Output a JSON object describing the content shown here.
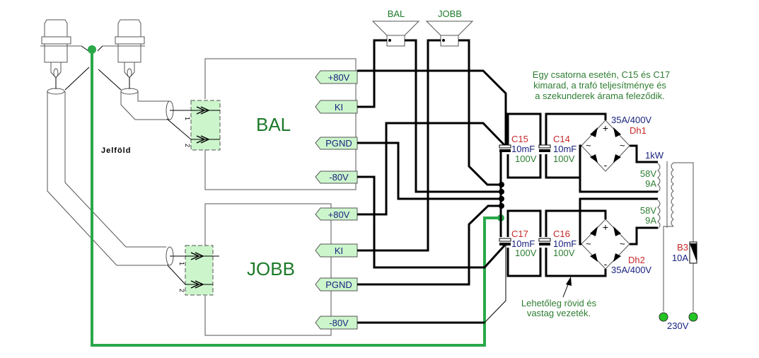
{
  "diagram": {
    "type": "schematic",
    "colors": {
      "ground_wire": "#2aa84a",
      "module_fill": "#ccf5cc",
      "block_title": "#1d7a2a",
      "component_ref": "#c62828",
      "component_value": "#1a237e",
      "voltage_rating": "#2e7d32"
    },
    "ground_label": "Jelföld",
    "modules": [
      {
        "title": "BAL",
        "pins": [
          "+80V",
          "KI",
          "PGND",
          "-80V"
        ],
        "input_pins": [
          "1",
          "2"
        ]
      },
      {
        "title": "JOBB",
        "pins": [
          "+80V",
          "KI",
          "PGND",
          "-80V"
        ],
        "input_pins": [
          "1",
          "2"
        ]
      }
    ],
    "speakers": [
      {
        "label": "BAL"
      },
      {
        "label": "JOBB"
      }
    ],
    "capacitors": [
      {
        "ref": "C15",
        "value": "10mF",
        "voltage": "100V"
      },
      {
        "ref": "C14",
        "value": "10mF",
        "voltage": "100V"
      },
      {
        "ref": "C17",
        "value": "10mF",
        "voltage": "100V"
      },
      {
        "ref": "C16",
        "value": "10mF",
        "voltage": "100V"
      }
    ],
    "bridges": [
      {
        "ref": "Dh1",
        "rating": "35A/400V"
      },
      {
        "ref": "Dh2",
        "rating": "35A/400V"
      }
    ],
    "bridge_symbols": {
      "plus": "+",
      "minus": "-",
      "ac": "~"
    },
    "transformer": {
      "power": "1kW",
      "secondaries": [
        {
          "voltage": "58V",
          "current": "9A"
        },
        {
          "voltage": "58V",
          "current": "9A"
        }
      ]
    },
    "fuse": {
      "ref": "B3",
      "rating": "10A"
    },
    "mains": "230V",
    "notes": {
      "single_channel": [
        "Egy csatorna esetén, C15 és C17",
        "kimarad, a trafó teljesítménye és",
        "a szekunderek árama feleződik."
      ],
      "wiring": [
        "Lehetőleg rövid és",
        "vastag vezeték."
      ]
    }
  }
}
